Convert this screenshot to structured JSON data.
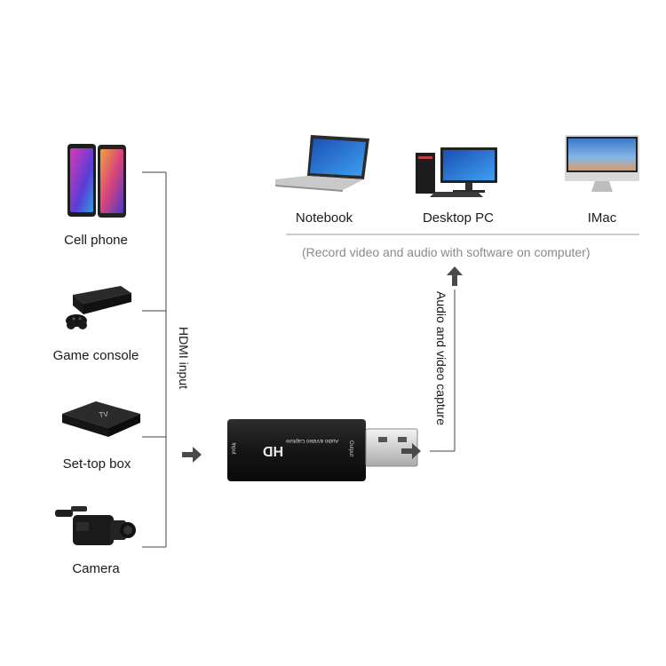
{
  "sources": [
    {
      "label": "Cell phone",
      "icon": "smartphone-icon"
    },
    {
      "label": "Game console",
      "icon": "game-console-icon"
    },
    {
      "label": "Set-top box",
      "icon": "set-top-box-icon"
    },
    {
      "label": "Camera",
      "icon": "video-camera-icon"
    }
  ],
  "hdmi_label": "HDMI input",
  "capture_label": "Audio and video capture",
  "device": {
    "logo": "HD",
    "title": "Audio &Video Capture",
    "input_port": "Input",
    "output_port": "Output"
  },
  "targets": [
    {
      "label": "Notebook",
      "icon": "laptop-icon"
    },
    {
      "label": "Desktop PC",
      "icon": "desktop-pc-icon"
    },
    {
      "label": "IMac",
      "icon": "imac-icon"
    }
  ],
  "note": "(Record video and audio with software on computer)",
  "colors": {
    "line": "#444444",
    "arrow": "#4a4a4a",
    "device": "#1b1b1b",
    "screen_blue": "#2a6fd6",
    "phone_gradient": "#c23dd1"
  }
}
